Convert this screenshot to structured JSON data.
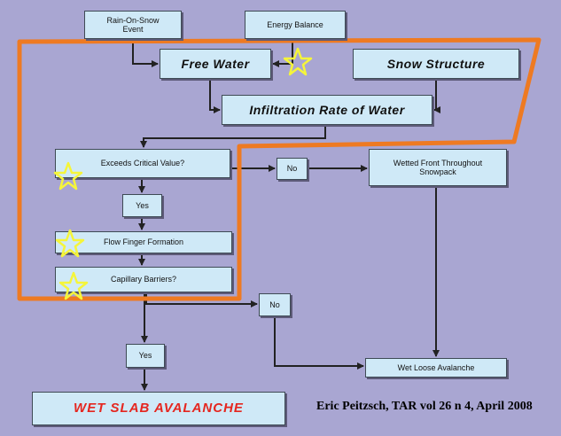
{
  "nodes": {
    "rain_on_snow": "Rain-On-Snow\nEvent",
    "energy_balance": "Energy Balance",
    "free_water": "Free Water",
    "snow_structure": "Snow Structure",
    "infiltration": "Infiltration Rate of Water",
    "exceeds": "Exceeds Critical Value?",
    "no_1": "No",
    "wetted_front": "Wetted Front Throughout\nSnowpack",
    "yes_1": "Yes",
    "flow_finger": "Flow Finger Formation",
    "capillary": "Capillary Barriers?",
    "no_2": "No",
    "yes_2": "Yes",
    "wet_loose": "Wet Loose Avalanche",
    "wet_slab": "WET SLAB AVALANCHE"
  },
  "citation": "Eric Peitzsch, TAR vol 26 n 4, April 2008",
  "colors": {
    "background": "#a9a6d2",
    "box_fill": "#cfe9f7",
    "outline_orange": "#ee7a22",
    "star_yellow": "#f5f53a",
    "wet_slab_text": "#e5261f"
  }
}
